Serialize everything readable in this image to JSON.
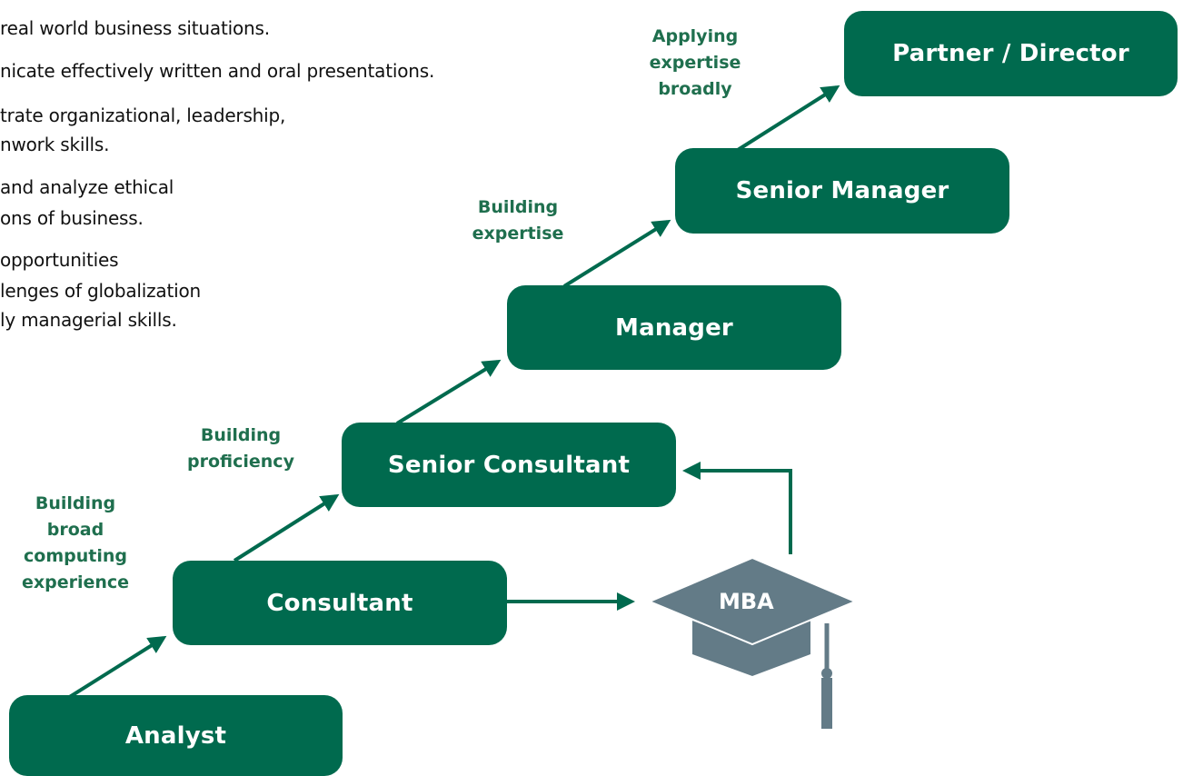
{
  "bullets": [
    "real world business situations.",
    "nicate effectively written and oral presentations.",
    "trate organizational, leadership,",
    "nwork skills.",
    "and analyze ethical",
    "ons of business.",
    "opportunities",
    "lenges of globalization",
    "ly managerial skills."
  ],
  "stages": {
    "analyst": "Analyst",
    "consultant": "Consultant",
    "senior_consultant": "Senior Consultant",
    "manager": "Manager",
    "senior_manager": "Senior Manager",
    "partner_director": "Partner / Director"
  },
  "labels": {
    "broad_experience": [
      "Building",
      "broad",
      "computing",
      "experience"
    ],
    "proficiency": [
      "Building",
      "proficiency"
    ],
    "expertise": [
      "Building",
      "expertise"
    ],
    "applying": [
      "Applying",
      "expertise",
      "broadly"
    ]
  },
  "mba": "MBA",
  "colors": {
    "box": "#006a4e",
    "arrow": "#006a4e",
    "label": "#1f6f4e",
    "cap": "#637b87"
  }
}
